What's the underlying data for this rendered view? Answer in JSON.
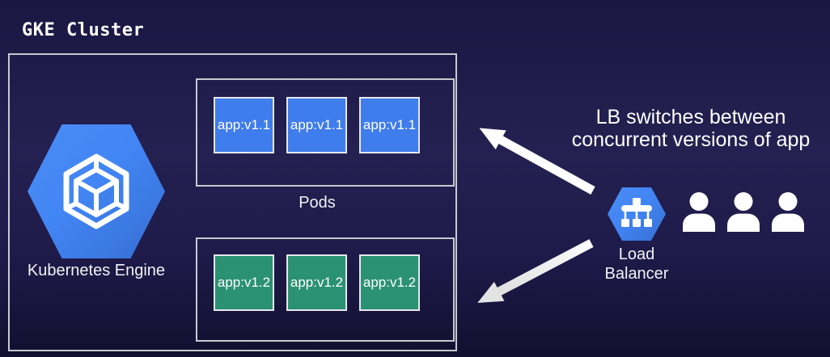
{
  "header": {
    "title": "GKE Cluster"
  },
  "cluster": {
    "kubernetes_engine": {
      "label": "Kubernetes Engine",
      "icon": "kubernetes-engine-icon"
    },
    "pods_label": "Pods",
    "pod_groups": [
      {
        "version": "v1.1",
        "color": "#3f7cec",
        "pods": [
          "app:v1.1",
          "app:v1.1",
          "app:v1.1"
        ]
      },
      {
        "version": "v1.2",
        "color": "#2b9173",
        "pods": [
          "app:v1.2",
          "app:v1.2",
          "app:v1.2"
        ]
      }
    ]
  },
  "right": {
    "annotation": {
      "line1": "LB switches between",
      "line2": "concurrent versions of app"
    },
    "load_balancer": {
      "label_lines": [
        "Load",
        "Balancer"
      ],
      "icon": "load-balancer-icon"
    },
    "users": {
      "icon": "user-icon",
      "count": 3
    }
  },
  "colors": {
    "background": "#1e1a49",
    "google_blue": "#4285f4",
    "pod_blue": "#3f7cec",
    "pod_green": "#2b9173",
    "box_border": "#c9c9cf",
    "arrow_white": "#ffffff",
    "arrow_gray": "#dcdcdc",
    "text_white": "#ffffff"
  }
}
